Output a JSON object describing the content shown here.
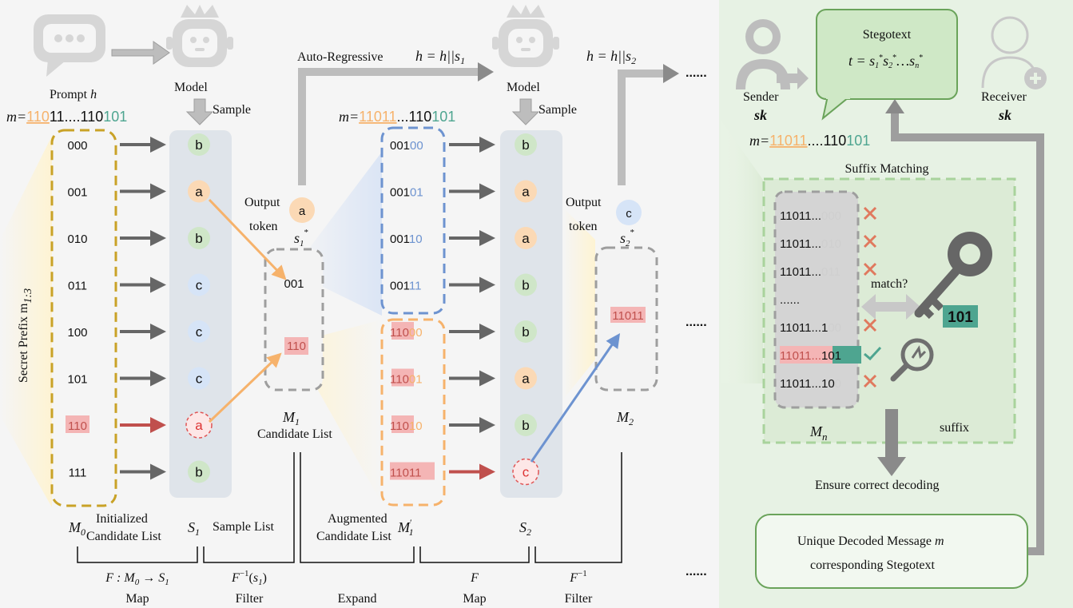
{
  "colors": {
    "gold": "#c9a227",
    "orange": "#f6b26b",
    "blue": "#6d93d0",
    "red": "#c0504d",
    "teal": "#4ea590",
    "green_panel": "#e7f2e4",
    "list_bg": "#dfe4ea",
    "grey_arrow": "#666666",
    "pink_hl": "#f4b5b5"
  },
  "icons": {
    "prompt": "speech-bubble-icon",
    "model": "robot-icon",
    "sender": "person-icon",
    "receiver": "person-add-icon",
    "key": "key-icon",
    "magnifier": "magnifier-icon",
    "check": "check-icon",
    "cross": "cross-icon"
  },
  "labels": {
    "prompt": "Prompt",
    "prompt_var": "h",
    "model1": "Model",
    "model2": "Model",
    "sample1": "Sample",
    "sample2": "Sample",
    "autoregressive": "Auto-Regressive",
    "h_update1": "h = h||s",
    "h_update1_sub": "1",
    "h_update2": "h = h||s",
    "h_update2_sub": "2",
    "dots": "......",
    "secret_prefix": "Secret Prefix m",
    "secret_prefix_sub": "1:3",
    "output_token": "Output",
    "output_token2": "token",
    "s1_star": "s",
    "s1_star_sub": "1",
    "s2_star_sub": "2",
    "m1_name": "M",
    "m1_sub": "1",
    "m1_desc": "Candidate List",
    "m0_sub": "0",
    "m0_desc1": "Initialized",
    "m0_desc2": "Candidate List",
    "s1_sub": "1",
    "s1_desc": "Sample List",
    "aug1": "Augmented",
    "aug2": "Candidate List",
    "m1p_sub": "1",
    "s2_sub": "2",
    "m2_sub": "2",
    "mn_sub": "n",
    "suffix": "suffix",
    "suffix_matching": "Suffix Matching",
    "match_q": "match?",
    "key_value": "101",
    "ensure": "Ensure correct decoding",
    "sender": "Sender",
    "receiver": "Receiver",
    "sk": "sk",
    "stegotext": "Stegotext",
    "stegotext_formula": "t = s",
    "unique1": "Unique Decoded Message",
    "unique1_var": "m",
    "unique2": "corresponding Stegotext"
  },
  "message_bits": {
    "m_prefix": "m=",
    "left": {
      "orange_underlined": "110",
      "black": "11....110",
      "teal": "101"
    },
    "mid": {
      "orange_underlined": "11011",
      "black": "...110",
      "teal": "101"
    },
    "right": {
      "orange_underlined": "11011",
      "black": "....110",
      "teal": "101"
    }
  },
  "bottom_labels": [
    {
      "formula": "F : M",
      "sub": "0",
      "arrow_to": " → S",
      "sub2": "1",
      "name": "Map"
    },
    {
      "formula": "F",
      "sup": "−1",
      "arg": "(s",
      "argsub": "1",
      "argend": ")",
      "name": "Filter"
    },
    {
      "formula": "",
      "name": "Expand"
    },
    {
      "formula": "F",
      "name": "Map"
    },
    {
      "formula": "F",
      "sup": "−1",
      "name": "Filter"
    }
  ],
  "m0_items": [
    "000",
    "001",
    "010",
    "011",
    "100",
    "101",
    "110",
    "111"
  ],
  "s1_tokens": [
    "b",
    "a",
    "b",
    "c",
    "c",
    "c",
    "a",
    "b"
  ],
  "m1_items": [
    "001",
    "110"
  ],
  "m1_aug_top": [
    {
      "base": "001",
      "suffix": "00"
    },
    {
      "base": "001",
      "suffix": "01"
    },
    {
      "base": "001",
      "suffix": "10"
    },
    {
      "base": "001",
      "suffix": "11"
    }
  ],
  "m1_aug_bottom": [
    {
      "base": "110",
      "suffix": "00"
    },
    {
      "base": "110",
      "suffix": "01"
    },
    {
      "base": "110",
      "suffix": "10"
    },
    {
      "base": "110",
      "suffix": "11"
    }
  ],
  "s2_tokens": [
    "b",
    "a",
    "a",
    "b",
    "b",
    "a",
    "b",
    "c"
  ],
  "output1": "a",
  "output2": "c",
  "m2_items": [
    "11011"
  ],
  "mn_rows": [
    {
      "base": "11011...",
      "suffix": "000",
      "result": "cross"
    },
    {
      "base": "11011...",
      "suffix": "010",
      "result": "cross"
    },
    {
      "base": "11011...",
      "suffix": "011",
      "result": "cross"
    },
    {
      "base": "......",
      "suffix": "",
      "result": ""
    },
    {
      "base": "11011...1",
      "suffix": "00",
      "result": "cross"
    },
    {
      "base": "11011...",
      "suffix": "101",
      "result": "check"
    },
    {
      "base": "11011...10",
      "suffix": "0",
      "result": "cross"
    }
  ]
}
